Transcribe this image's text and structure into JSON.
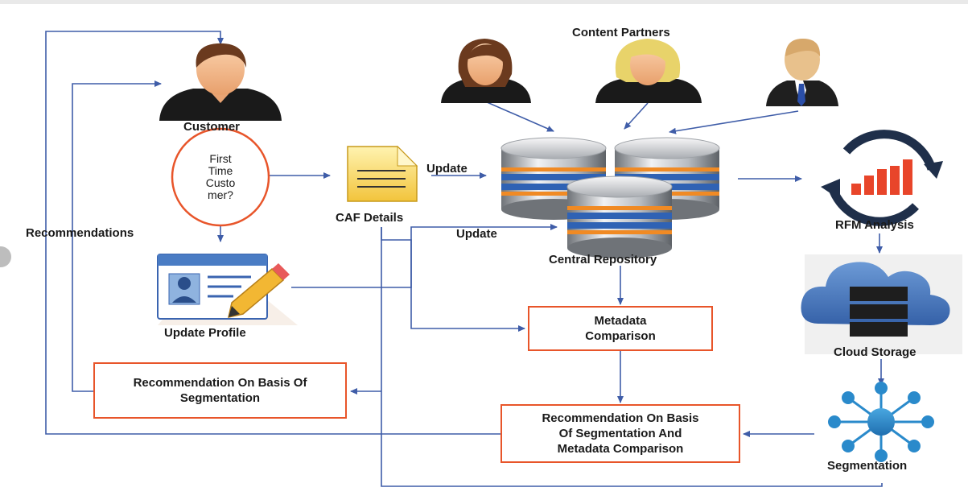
{
  "labels": {
    "content_partners": "Content Partners",
    "customer": "Customer",
    "decision": "First\nTime\nCusto\nmer?",
    "caf_details": "CAF Details",
    "update_1": "Update",
    "update_2": "Update",
    "central_repository": "Central Repository",
    "rfm_analysis": "RFM Analysis",
    "recommendations": "Recommendations",
    "update_profile": "Update Profile",
    "metadata_comparison": "Metadata\nComparison",
    "cloud_storage": "Cloud Storage",
    "rec_segmentation": "Recommendation On Basis Of\nSegmentation",
    "rec_seg_metadata": "Recommendation On Basis\nOf  Segmentation And\nMetadata Comparison",
    "segmentation": "Segmentation"
  },
  "icons": [
    "customer-icon",
    "female-partner-icon",
    "blonde-partner-icon",
    "businessman-icon",
    "document-icon",
    "database-icon",
    "rfm-cycle-chart-icon",
    "profile-card-pencil-icon",
    "cloud-server-icon",
    "network-hub-icon"
  ],
  "colors": {
    "arrow": "#3f5da8",
    "box_border": "#e8552a",
    "orange_ring": "#e8552a",
    "bar": "#e8452a",
    "cloud": "#4a7cc4"
  }
}
